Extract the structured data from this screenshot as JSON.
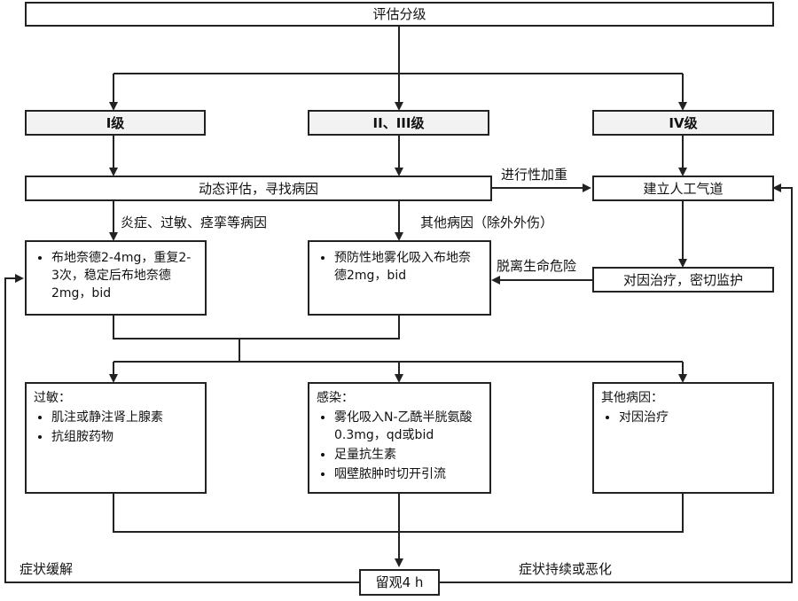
{
  "top": "评估分级",
  "levels": {
    "l1": "I级",
    "l23": "II、III级",
    "l4": "IV级"
  },
  "dynamic": "动态评估，寻找病因",
  "airway": "建立人工气道",
  "causal_monitor": "对因治疗，密切监护",
  "edges": {
    "worsen": "进行性加重",
    "inflam": "炎症、过敏、痉挛等病因",
    "other": "其他病因（除外外伤）",
    "off_danger": "脱离生命危险",
    "relief": "症状缓解",
    "persist": "症状持续或恶化"
  },
  "treat1": [
    "布地奈德2-4mg，重复2-3次，稳定后布地奈德2mg，bid"
  ],
  "treat2": [
    "预防性地雾化吸入布地奈德2mg，bid"
  ],
  "allergy": {
    "title": "过敏：",
    "items": [
      "肌注或静注肾上腺素",
      "抗组胺药物"
    ]
  },
  "infection": {
    "title": "感染：",
    "items": [
      "雾化吸入N-乙酰半胱氨酸0.3mg，qd或bid",
      "足量抗生素",
      "咽壁脓肿时切开引流"
    ]
  },
  "othercause": {
    "title": "其他病因：",
    "items": [
      "对因治疗"
    ]
  },
  "observe": "留观4 h"
}
